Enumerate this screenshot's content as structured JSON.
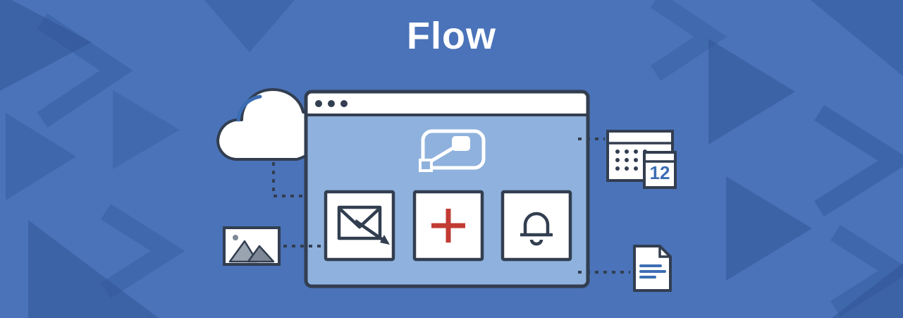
{
  "banner": {
    "title": "Flow"
  },
  "calendar": {
    "day": "12"
  },
  "colors": {
    "background": "#4a73b9",
    "pattern": "#2f5496",
    "window_body": "#8fb1dd",
    "outline": "#323e50",
    "accent_blue": "#3c6db4",
    "plus_red": "#c23b34",
    "card_white": "#ffffff",
    "mountain_gray": "#9aa3b0",
    "mountain_gray_dark": "#7d8795"
  },
  "icons": [
    "cloud-icon",
    "flow-logo",
    "window-dots-icon",
    "send-email-icon",
    "add-icon",
    "notification-bell-icon",
    "photo-icon",
    "calendar-icon",
    "document-icon"
  ]
}
